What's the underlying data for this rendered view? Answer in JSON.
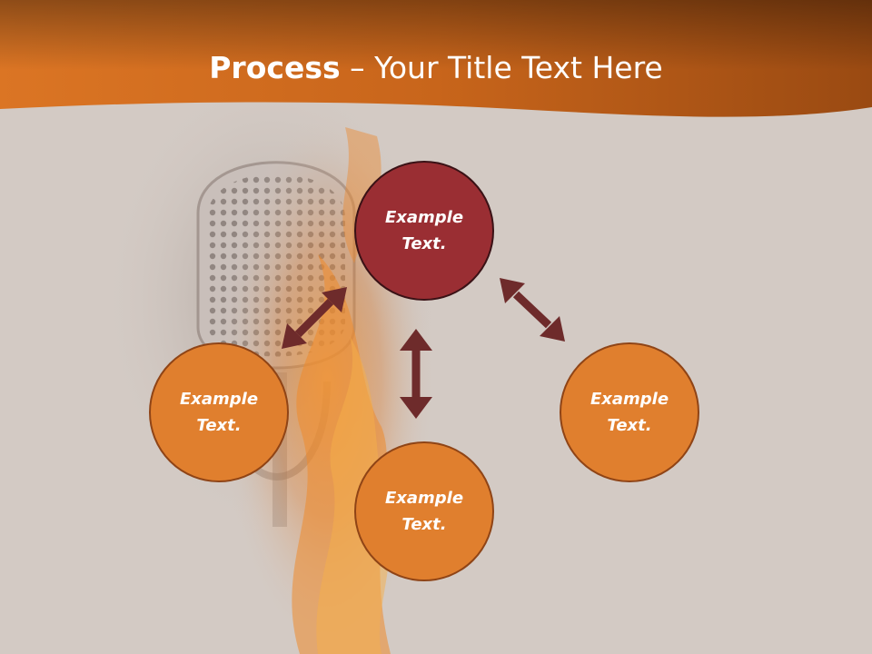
{
  "slide": {
    "title_bold": "Process",
    "title_rest": " – Your Title Text Here"
  },
  "colors": {
    "header": "#d2691e",
    "background": "#d3cac4",
    "accent_node": "#9a2e33",
    "orange_node": "#e07f2e",
    "arrow": "#6e2b2b"
  },
  "diagram": {
    "nodes": [
      {
        "id": "top",
        "line1": "Example",
        "line2": "Text."
      },
      {
        "id": "left",
        "line1": "Example",
        "line2": "Text."
      },
      {
        "id": "bottom",
        "line1": "Example",
        "line2": "Text."
      },
      {
        "id": "right",
        "line1": "Example",
        "line2": "Text."
      }
    ],
    "connections": [
      {
        "from": "left",
        "to": "top",
        "type": "bidirectional"
      },
      {
        "from": "top",
        "to": "bottom",
        "type": "bidirectional"
      },
      {
        "from": "top",
        "to": "right",
        "type": "bidirectional"
      }
    ]
  }
}
